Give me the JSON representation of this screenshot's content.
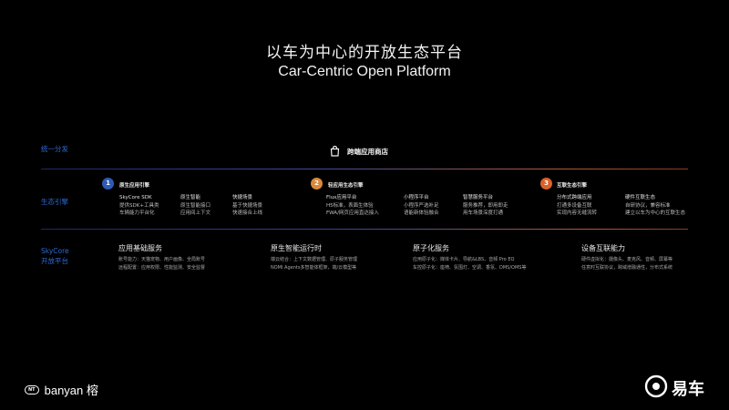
{
  "header": {
    "title_cn": "以车为中心的开放生态平台",
    "title_en": "Car-Centric Open Platform"
  },
  "rows": {
    "distribution": "统一分发",
    "ecosystem": "生态引擎",
    "platform_line1": "SkyCore",
    "platform_line2": "开放平台"
  },
  "store": {
    "label": "跨端应用商店"
  },
  "engines": [
    {
      "num": "1",
      "color": "#2d5bb5",
      "title": "原生应用引擎",
      "cols": [
        {
          "head": "SkyCore SDK",
          "lines": [
            "提供SDK+工具类",
            "车辆能力平台化"
          ]
        },
        {
          "head": "原生智能",
          "lines": [
            "原生智能接口",
            "应用间上下文"
          ]
        },
        {
          "head": "快捷场景",
          "lines": [
            "基于快捷场景",
            "快速接合上线"
          ]
        }
      ]
    },
    {
      "num": "2",
      "color": "#d9893a",
      "title": "轻应用生态引擎",
      "cols": [
        {
          "head": "Flux应用平台",
          "lines": [
            "H5标准，表面生体验",
            "FWA/网页应用直达接入"
          ]
        },
        {
          "head": "小程序平台",
          "lines": [
            "小程序严选补足",
            "语能新体验融合"
          ]
        },
        {
          "head": "智慧服务平台",
          "lines": [
            "服务推荐，即用即走",
            "用车场景深度打通"
          ]
        }
      ]
    },
    {
      "num": "3",
      "color": "#d9622a",
      "title": "互联生态引擎",
      "cols": [
        {
          "head": "分布式跨端应用",
          "lines": [
            "打通多设备互联",
            "实现内容无缝流转"
          ]
        },
        {
          "head": "硬件互联生态",
          "lines": [
            "自研协议，兼容标准",
            "建立以车为中心的互联生态"
          ]
        }
      ]
    }
  ],
  "capabilities": [
    {
      "title": "应用基础服务",
      "lines": [
        "账号能力：天猫宠物、用户画像、全局账号",
        "远程配置：应用权限、性能监测、安全监督"
      ]
    },
    {
      "title": "原生智能运行时",
      "lines": [
        "端云结合：上下文数据管理、原子服务管理",
        "NOMI Agents多智能体框架，端/云模型等"
      ]
    },
    {
      "title": "原子化服务",
      "lines": [
        "应用原子化：媒体卡片、导航&LBS、音频 Pro EQ",
        "车控原子化：座椅、氛围灯、空调、香氛、DMS/OMS等"
      ]
    },
    {
      "title": "设备互联能力",
      "lines": [
        "硬件虚拟化：摄像头、麦克风、音频、屏幕等",
        "任意时互联协议，跨域增融通性，分布式系统"
      ]
    }
  ],
  "logo": {
    "badge": "NT",
    "brand": "banyan 榕"
  },
  "watermark": {
    "text": "易车"
  },
  "colors": {
    "accent_blue": "#2d6bd6",
    "accent_orange": "#d9622a",
    "background": "#000000"
  }
}
